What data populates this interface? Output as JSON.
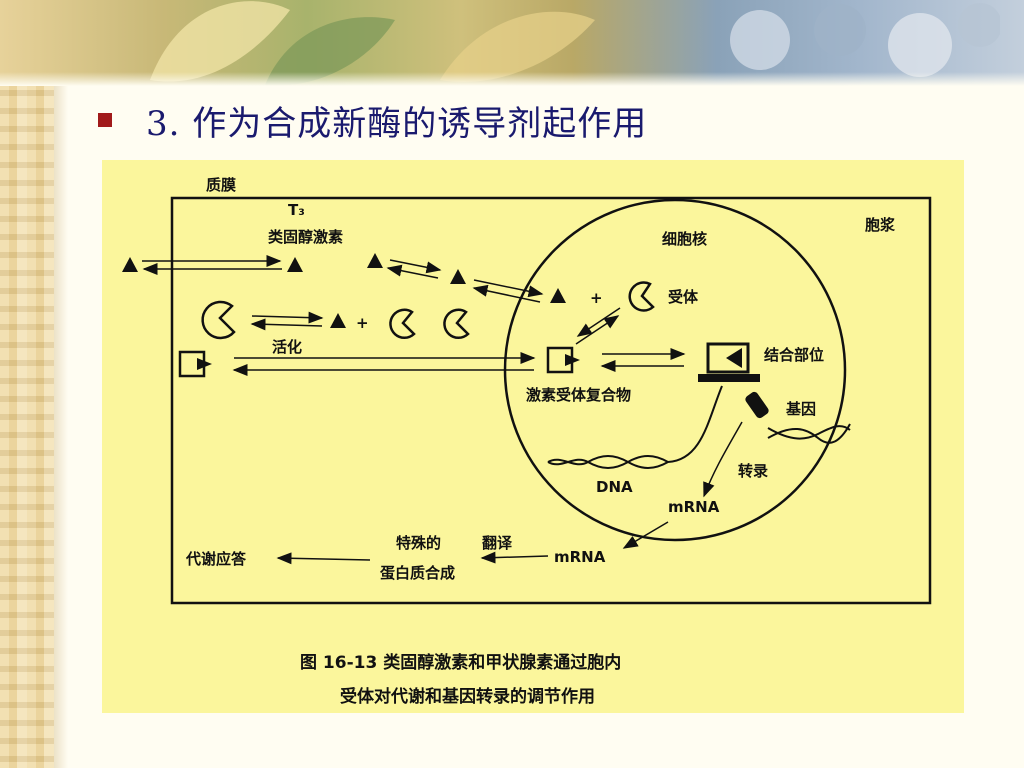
{
  "slide": {
    "title": "3.  作为合成新酶的诱导剂起作用"
  },
  "colors": {
    "bullet": "#a11a1a",
    "title_text": "#1a1a6e",
    "figure_background": "#fbf69c"
  },
  "diagram": {
    "labels": {
      "plasma_membrane": "质膜",
      "t3": "T₃",
      "steroid_hormone": "类固醇激素",
      "cytoplasm": "胞浆",
      "nucleus": "细胞核",
      "plus_1": "+",
      "receptor": "受体",
      "plus_2": "+",
      "activation": "活化",
      "binding_site": "结合部位",
      "hormone_receptor_complex": "激素受体复合物",
      "gene": "基因",
      "transcription": "转录",
      "dna": "DNA",
      "mrna_nucleus": "mRNA",
      "special": "特殊的",
      "translation": "翻译",
      "mrna_cytoplasm": "mRNA",
      "metabolic_response": "代谢应答",
      "protein_synthesis": "蛋白质合成"
    },
    "caption": {
      "line1": "图 16-13    类固醇激素和甲状腺素通过胞内",
      "line2": "受体对代谢和基因转录的调节作用"
    }
  }
}
